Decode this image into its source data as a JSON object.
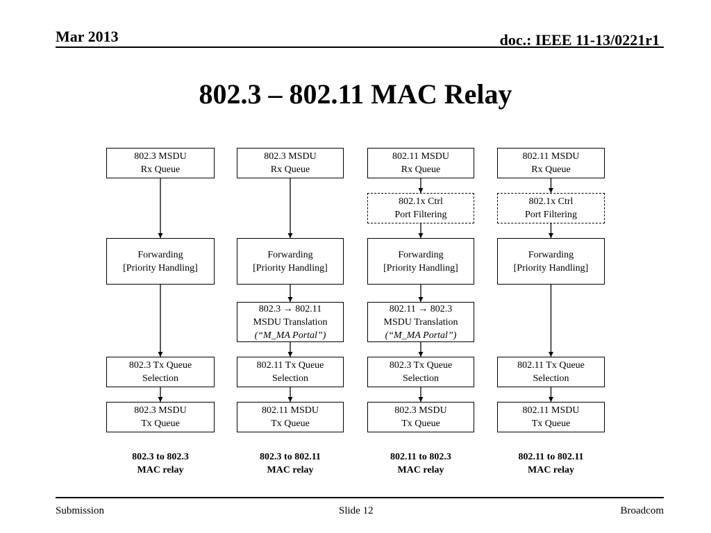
{
  "header": {
    "date": "Mar 2013",
    "doc_id": "doc.: IEEE 11-13/0221r1"
  },
  "title": "802.3 – 802.11 MAC Relay",
  "columns": [
    {
      "rx": [
        "802.3 MSDU",
        "Rx Queue"
      ],
      "forwarding": [
        "Forwarding",
        "[Priority Handling]"
      ],
      "tx_sel": [
        "802.3 Tx Queue",
        "Selection"
      ],
      "tx": [
        "802.3 MSDU",
        "Tx Queue"
      ],
      "caption": [
        "802.3 to 802.3",
        "MAC relay"
      ]
    },
    {
      "rx": [
        "802.3 MSDU",
        "Rx Queue"
      ],
      "forwarding": [
        "Forwarding",
        "[Priority Handling]"
      ],
      "translation": [
        "802.3 → 802.11",
        "MSDU Translation",
        "(“M_MA Portal”)"
      ],
      "tx_sel": [
        "802.11 Tx Queue",
        "Selection"
      ],
      "tx": [
        "802.11 MSDU",
        "Tx Queue"
      ],
      "caption": [
        "802.3 to 802.11",
        "MAC relay"
      ]
    },
    {
      "rx": [
        "802.11 MSDU",
        "Rx Queue"
      ],
      "port_filter": [
        "802.1x Ctrl",
        "Port Filtering"
      ],
      "forwarding": [
        "Forwarding",
        "[Priority Handling]"
      ],
      "translation": [
        "802.11 → 802.3",
        "MSDU Translation",
        "(“M_MA Portal”)"
      ],
      "tx_sel": [
        "802.3 Tx Queue",
        "Selection"
      ],
      "tx": [
        "802.3 MSDU",
        "Tx Queue"
      ],
      "caption": [
        "802.11 to 802.3",
        "MAC relay"
      ]
    },
    {
      "rx": [
        "802.11 MSDU",
        "Rx Queue"
      ],
      "port_filter": [
        "802.1x Ctrl",
        "Port Filtering"
      ],
      "forwarding": [
        "Forwarding",
        "[Priority Handling]"
      ],
      "tx_sel": [
        "802.11 Tx Queue",
        "Selection"
      ],
      "tx": [
        "802.11 MSDU",
        "Tx Queue"
      ],
      "caption": [
        "802.11 to 802.11",
        "MAC relay"
      ]
    }
  ],
  "footer": {
    "left": "Submission",
    "center": "Slide 12",
    "right": "Broadcom"
  }
}
